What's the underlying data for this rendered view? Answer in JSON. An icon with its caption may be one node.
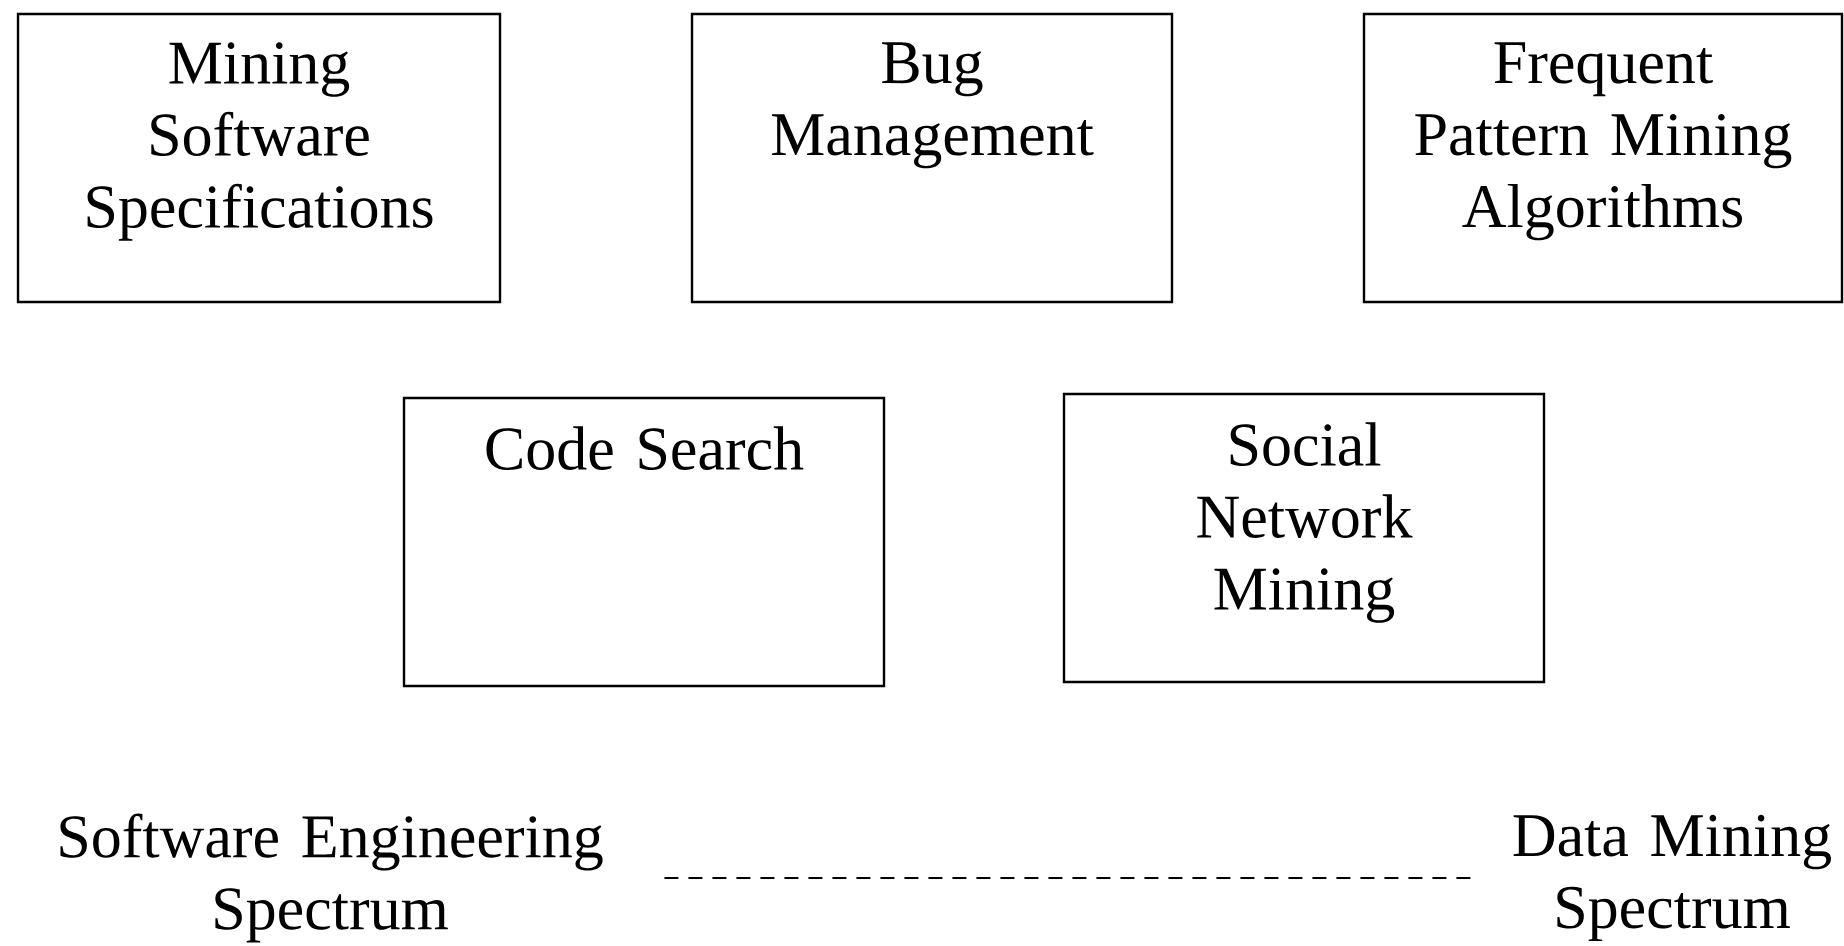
{
  "diagram": {
    "nodes": [
      {
        "text": [
          "Mining Software Specifications"
        ]
      },
      {
        "text": [
          "Bug Management"
        ]
      },
      {
        "text": [
          "Frequent Pattern Mining Algorithms"
        ]
      },
      {
        "text": [
          "Code Search"
        ]
      },
      {
        "text": [
          "Social Network Mining"
        ]
      },
      {
        "text": [
          "Software Engineering Spectrum"
        ]
      },
      {
        "text": [
          "Data Mining Spectrum"
        ]
      }
    ],
    "edges": [
      {
        "from": 5,
        "to": 6,
        "arrow": "none",
        "style": "dashed"
      }
    ]
  }
}
